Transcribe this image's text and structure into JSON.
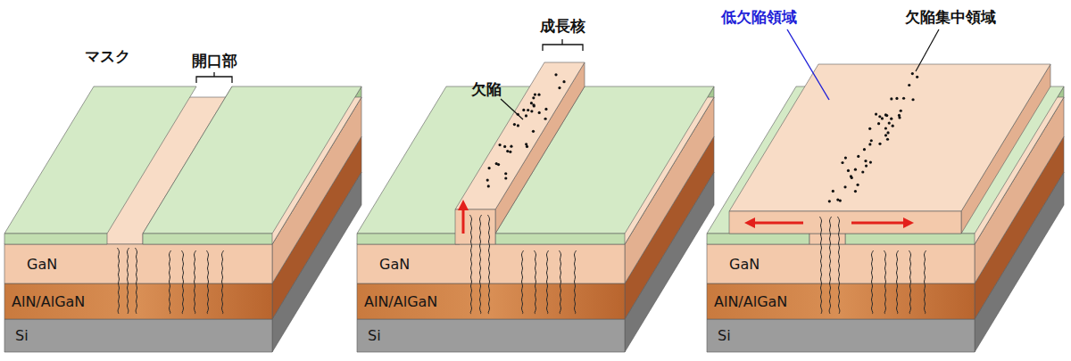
{
  "diagram": {
    "nodes": [
      {
        "text": [
          "GaN"
        ]
      },
      {
        "text": [
          "AlN/AlGaN"
        ]
      },
      {
        "text": [
          "Si"
        ]
      },
      {
        "text": [
          "GaN"
        ]
      },
      {
        "text": [
          "AlN/AlGaN"
        ]
      },
      {
        "text": [
          "Si"
        ]
      },
      {
        "text": [
          "GaN"
        ]
      },
      {
        "text": [
          "AlN/AlGaN"
        ]
      },
      {
        "text": [
          "Si"
        ]
      }
    ],
    "labels": [
      "マスク",
      "開口部",
      "成長核",
      "欠陥",
      "低欠陥領域",
      "欠陥集中領域"
    ]
  }
}
